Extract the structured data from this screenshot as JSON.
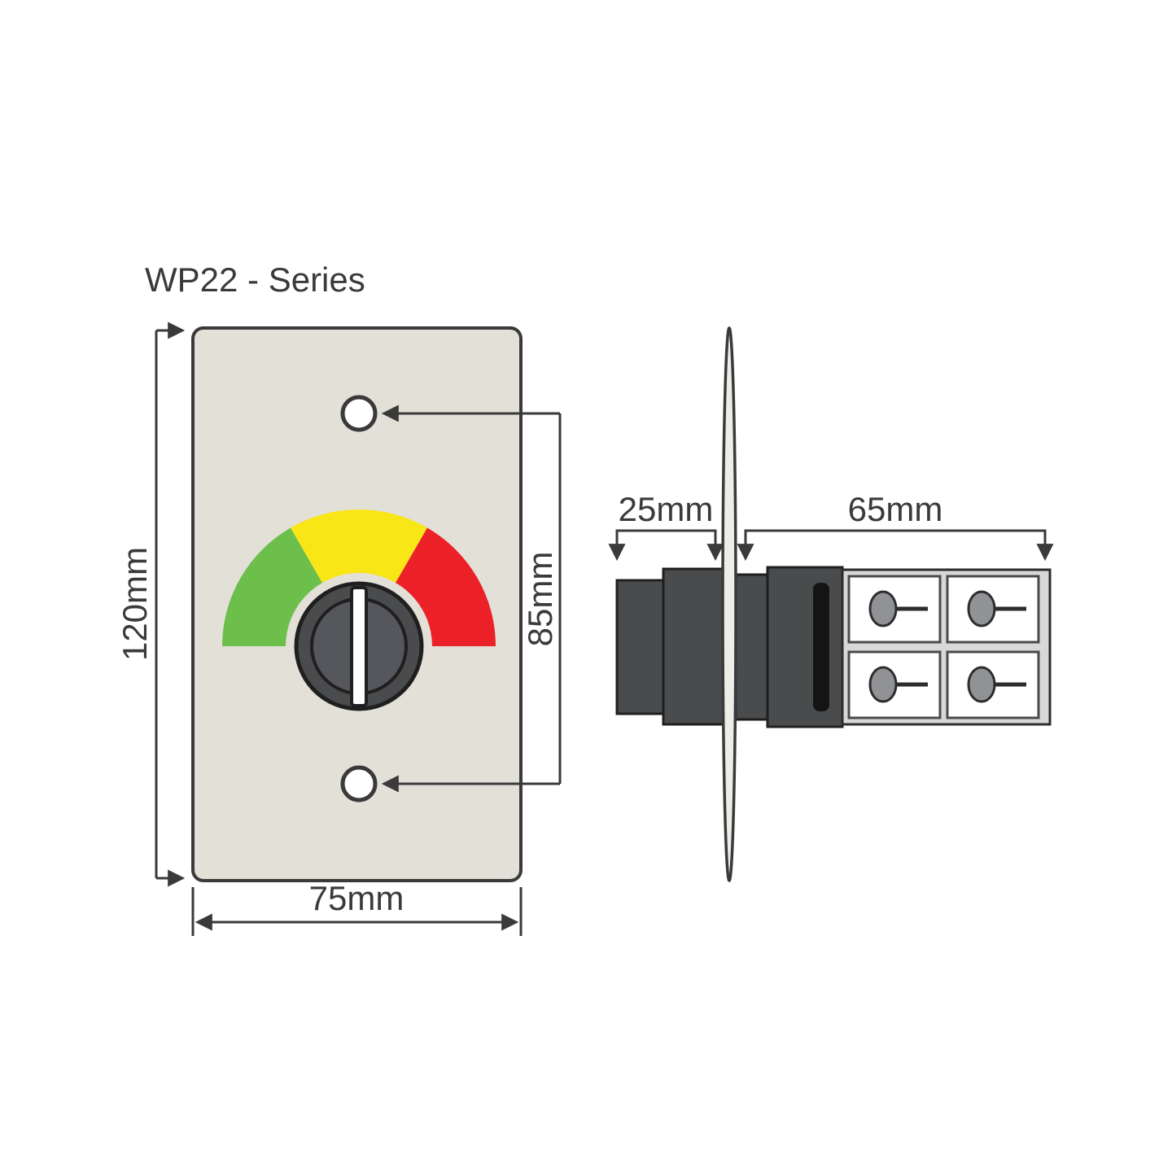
{
  "title": "WP22 - Series",
  "front_view": {
    "height_label": "120mm",
    "width_label": "75mm",
    "hole_spacing_label": "85mm"
  },
  "side_view": {
    "knob_depth_label": "25mm",
    "body_depth_label": "65mm"
  },
  "colors": {
    "plate": "#e3e0d8",
    "plate_edge": "#efede7",
    "outline": "#3a3a3a",
    "gauge_green": "#6cbf4b",
    "gauge_yellow": "#f8e616",
    "gauge_red": "#ec2027",
    "knob_dark": "#4a4b4d",
    "knob_inner": "#56575c",
    "clip_black": "#141414",
    "terminal_body": "#d8d8d6",
    "terminal_cell": "#ffffff",
    "screw_gray": "#909295"
  }
}
